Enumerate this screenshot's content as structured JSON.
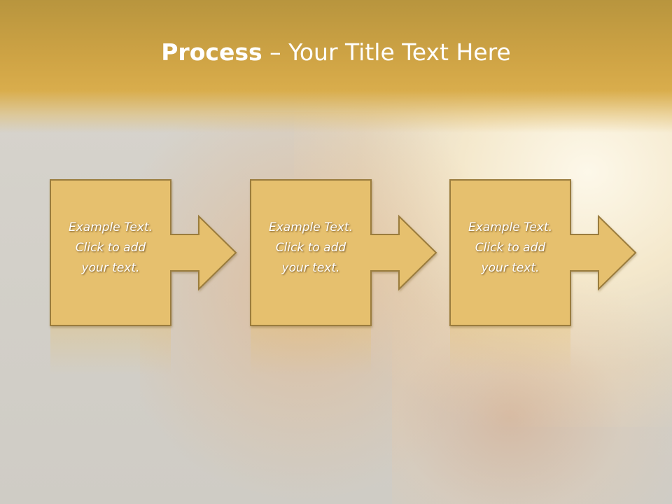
{
  "title": {
    "bold": "Process",
    "rest": " – Your Title Text Here"
  },
  "steps": [
    {
      "lines": [
        "Example Text.",
        "Click  to add",
        "your text."
      ]
    },
    {
      "lines": [
        "Example Text.",
        "Click  to add",
        "your text."
      ]
    },
    {
      "lines": [
        "Example Text.",
        "Click  to add",
        "your text."
      ]
    }
  ],
  "colors": {
    "band": "#cfa445",
    "box_fill": "#e6c06e",
    "box_border": "#9a7b3c"
  }
}
